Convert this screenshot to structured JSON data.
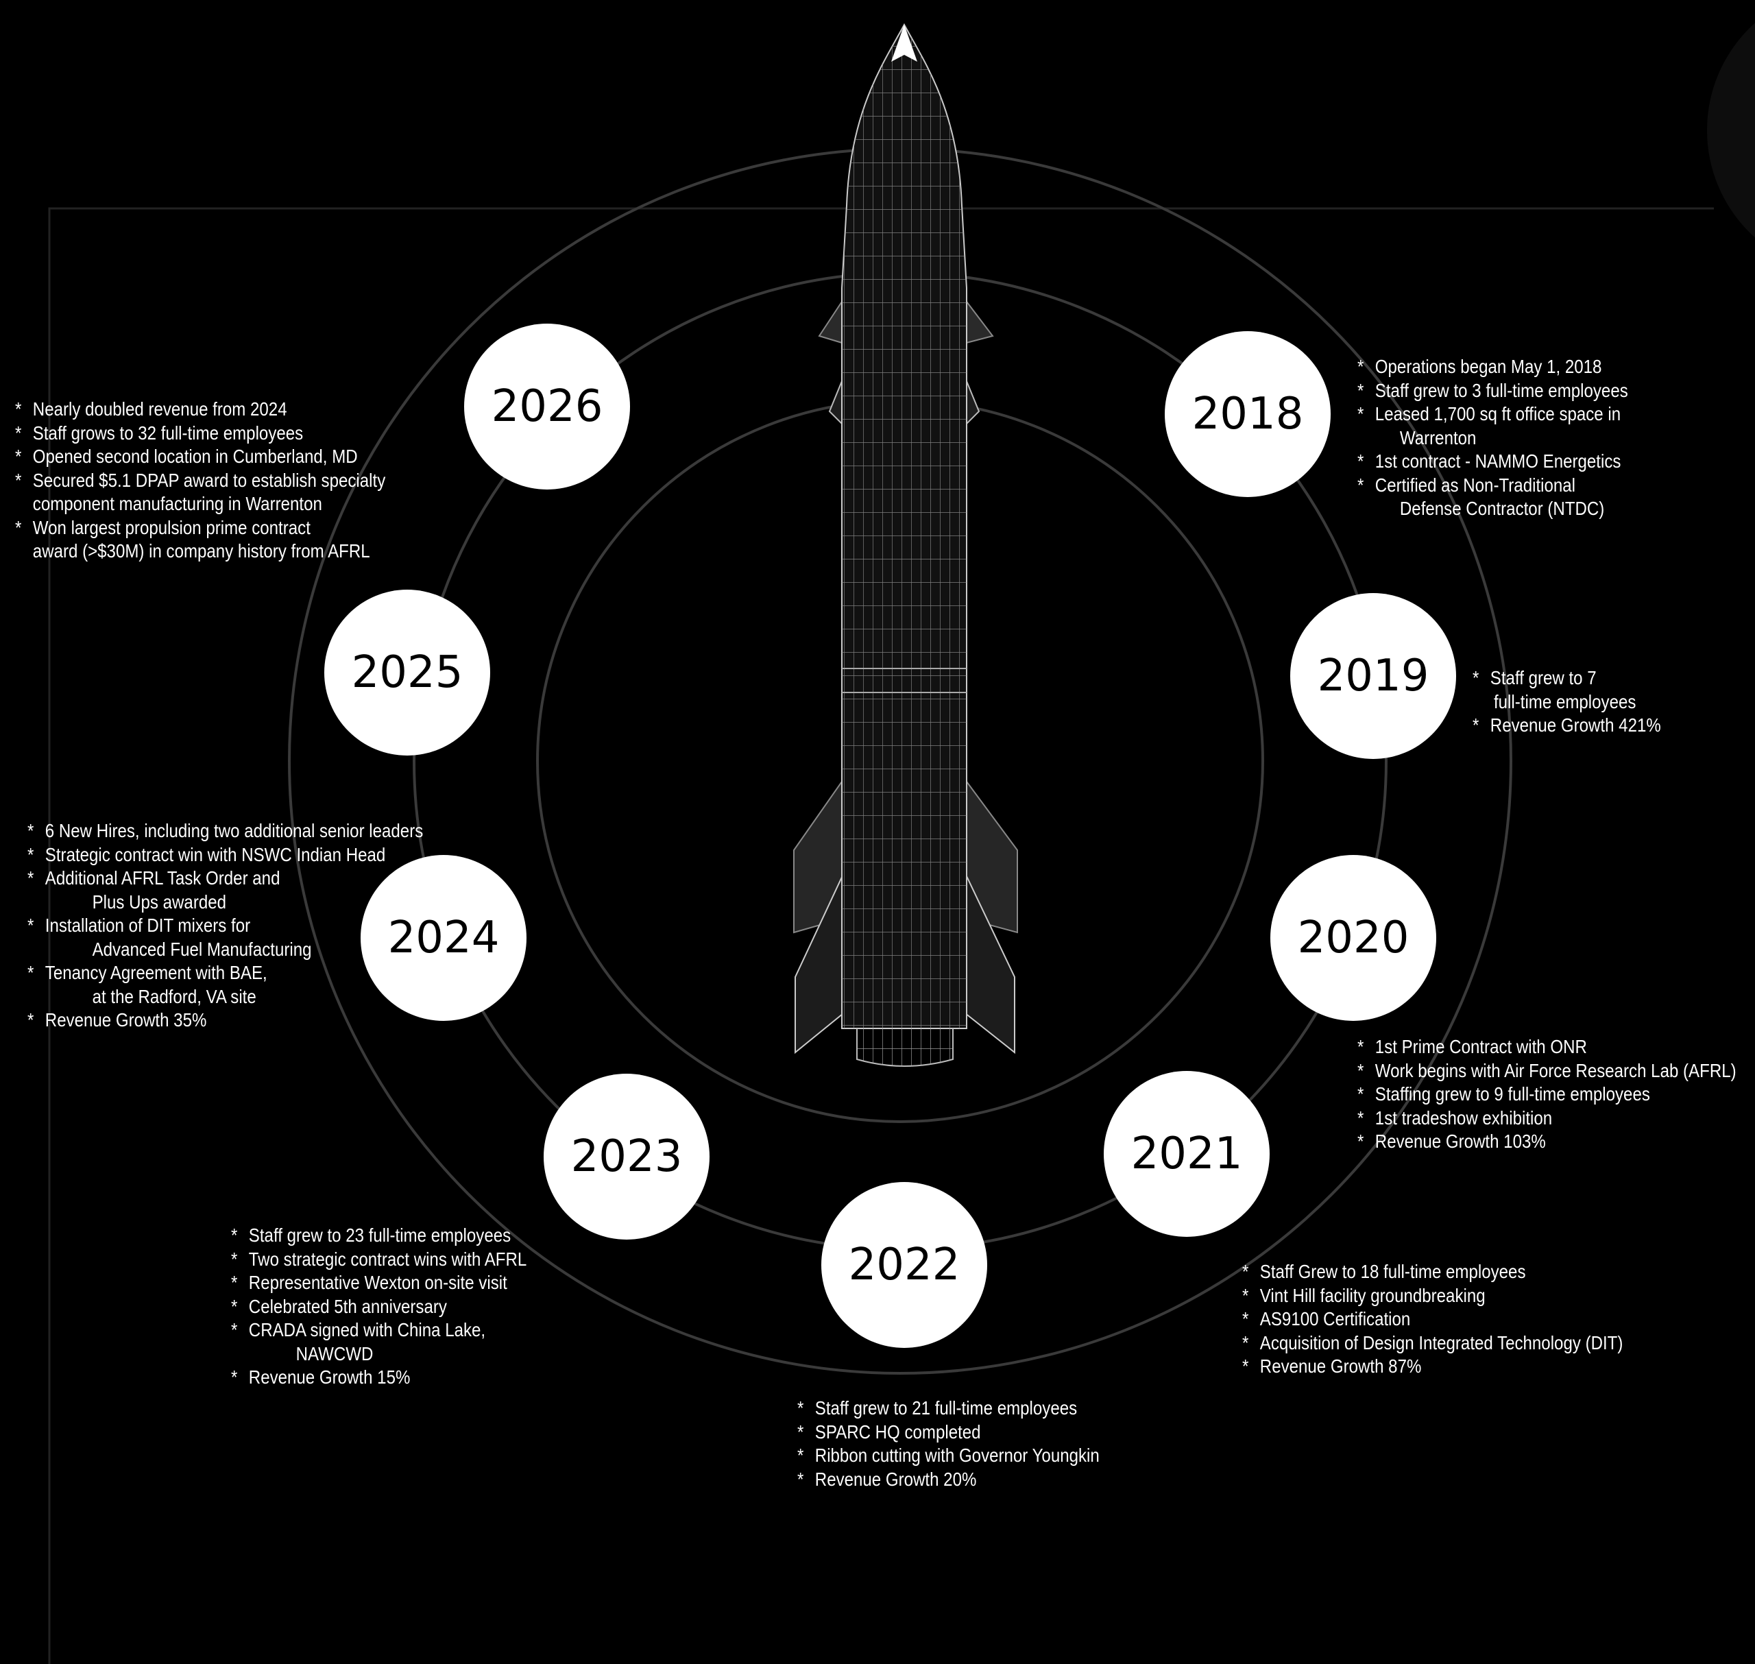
{
  "colors": {
    "background": "#000000",
    "circle": "#ffffff",
    "ring": "#3a3a3a",
    "rocket_line": "#bbbbbb"
  },
  "milestones": [
    {
      "year": "2018",
      "lines": [
        {
          "kind": "item",
          "text": "Operations began May 1, 2018"
        },
        {
          "kind": "item",
          "text": "Staff grew to 3 full-time employees"
        },
        {
          "kind": "item",
          "text": "Leased 1,700 sq ft office space in"
        },
        {
          "kind": "cont-deep",
          "text": "Warrenton"
        },
        {
          "kind": "item",
          "text": "1st contract - NAMMO Energetics"
        },
        {
          "kind": "item",
          "text": "Certified as Non-Traditional"
        },
        {
          "kind": "cont-deep",
          "text": "Defense Contractor (NTDC)"
        }
      ]
    },
    {
      "year": "2019",
      "lines": [
        {
          "kind": "item",
          "text": "Staff grew to 7"
        },
        {
          "kind": "cont-small",
          "text": "full-time employees"
        },
        {
          "kind": "item",
          "text": "Revenue Growth 421%"
        }
      ]
    },
    {
      "year": "2020",
      "lines": [
        {
          "kind": "item",
          "text": "1st Prime Contract with ONR"
        },
        {
          "kind": "item",
          "text": "Work begins with Air Force Research Lab (AFRL)"
        },
        {
          "kind": "item",
          "text": "Staffing grew to 9 full-time employees"
        },
        {
          "kind": "item",
          "text": "1st tradeshow exhibition"
        },
        {
          "kind": "item",
          "text": "Revenue Growth 103%"
        }
      ]
    },
    {
      "year": "2021",
      "lines": [
        {
          "kind": "item",
          "text": "Staff Grew to 18 full-time employees"
        },
        {
          "kind": "item",
          "text": "Vint Hill facility groundbreaking"
        },
        {
          "kind": "item",
          "text": "AS9100 Certification"
        },
        {
          "kind": "item",
          "text": "Acquisition of Design Integrated Technology (DIT)"
        },
        {
          "kind": "item",
          "text": "Revenue Growth 87%"
        }
      ]
    },
    {
      "year": "2022",
      "lines": [
        {
          "kind": "item",
          "text": "Staff grew to 21 full-time employees"
        },
        {
          "kind": "item",
          "text": "SPARC HQ completed"
        },
        {
          "kind": "item",
          "text": "Ribbon cutting with Governor Youngkin"
        },
        {
          "kind": "item",
          "text": "Revenue Growth 20%"
        }
      ]
    },
    {
      "year": "2023",
      "lines": [
        {
          "kind": "item",
          "text": "Staff grew to 23 full-time employees"
        },
        {
          "kind": "item",
          "text": "Two strategic contract wins with AFRL"
        },
        {
          "kind": "item",
          "text": "Representative Wexton on-site visit"
        },
        {
          "kind": "item",
          "text": "Celebrated 5th anniversary"
        },
        {
          "kind": "item",
          "text": "CRADA signed with China Lake,"
        },
        {
          "kind": "cont-deeper",
          "text": "NAWCWD"
        },
        {
          "kind": "item",
          "text": "Revenue Growth 15%"
        }
      ]
    },
    {
      "year": "2024",
      "lines": [
        {
          "kind": "item",
          "text": "6 New Hires, including two additional senior leaders"
        },
        {
          "kind": "item",
          "text": "Strategic contract win with NSWC Indian Head"
        },
        {
          "kind": "item",
          "text": "Additional AFRL Task Order and"
        },
        {
          "kind": "cont-deeper",
          "text": "Plus Ups awarded"
        },
        {
          "kind": "item",
          "text": "Installation of DIT mixers for"
        },
        {
          "kind": "cont-deeper",
          "text": "Advanced Fuel Manufacturing"
        },
        {
          "kind": "item",
          "text": "Tenancy Agreement with BAE,"
        },
        {
          "kind": "cont-deeper",
          "text": "at the Radford, VA site"
        },
        {
          "kind": "item",
          "text": "Revenue Growth 35%"
        }
      ]
    },
    {
      "year": "2025",
      "lines": []
    },
    {
      "year": "2026",
      "lines": [
        {
          "kind": "item",
          "text": "Nearly doubled revenue from 2024"
        },
        {
          "kind": "item",
          "text": "Staff grows to 32 full-time employees"
        },
        {
          "kind": "item",
          "text": "Opened second location in Cumberland, MD"
        },
        {
          "kind": "item",
          "text": "Secured $5.1 DPAP award to establish specialty"
        },
        {
          "kind": "cont",
          "text": "component manufacturing in Warrenton"
        },
        {
          "kind": "item",
          "text": "Won largest propulsion prime contract"
        },
        {
          "kind": "cont",
          "text": "award (>$30M) in company history from AFRL"
        }
      ]
    }
  ],
  "bullet": "*"
}
